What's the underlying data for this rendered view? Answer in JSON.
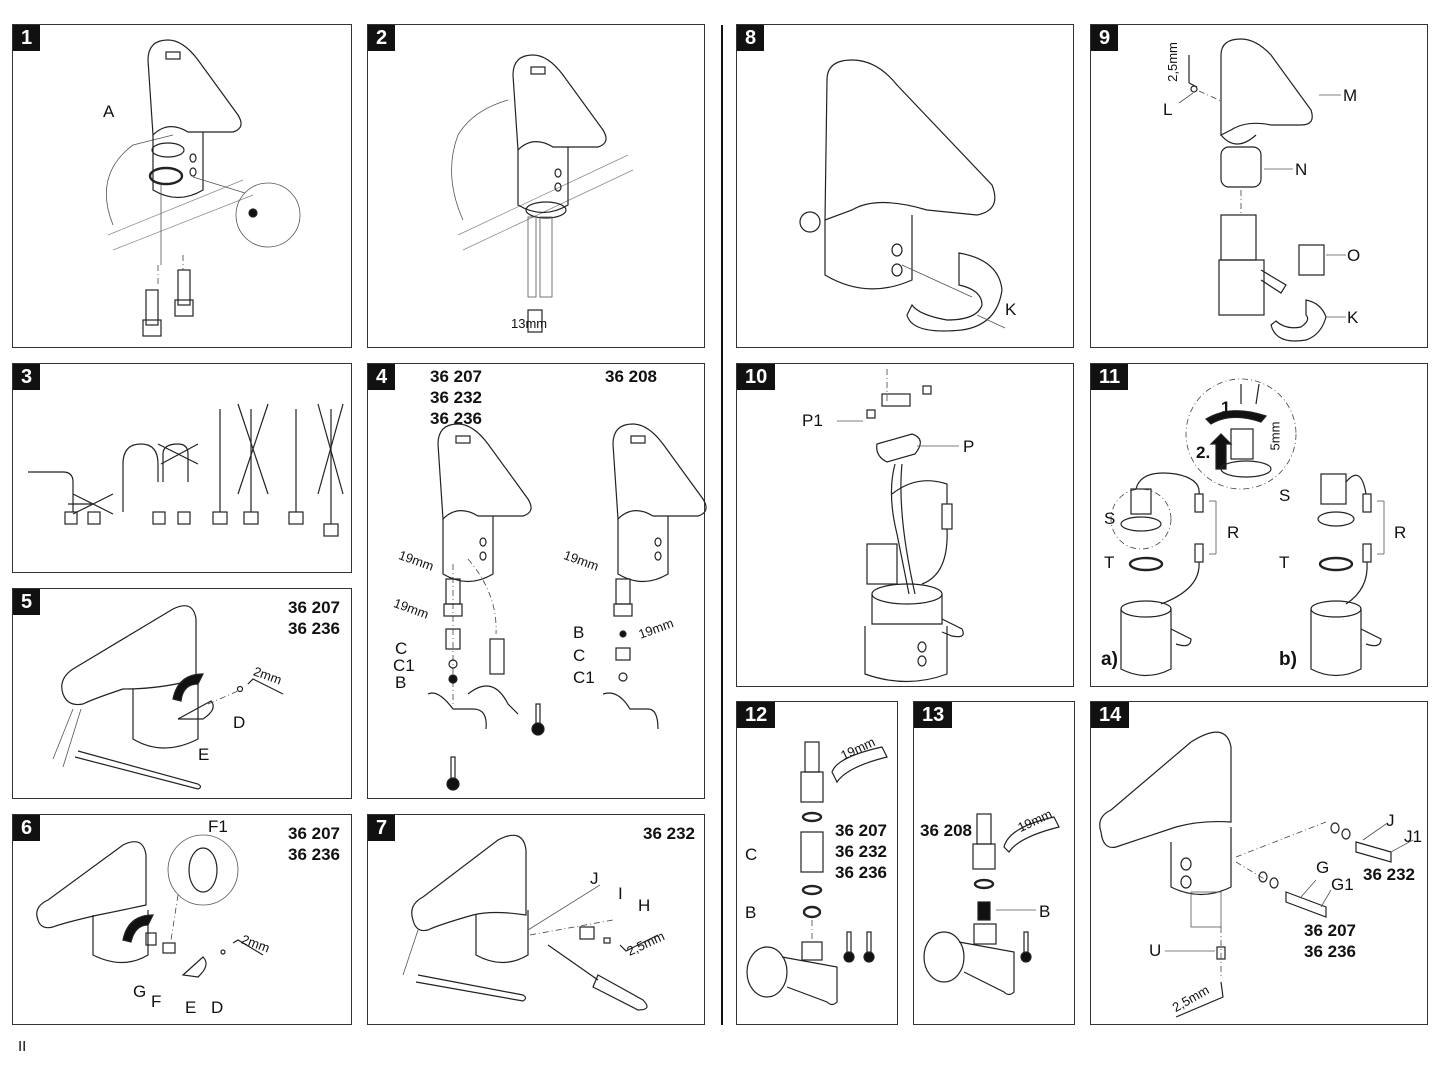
{
  "page": {
    "page_number": "II"
  },
  "panels": [
    {
      "number": "1",
      "labels": [
        "A"
      ]
    },
    {
      "number": "2",
      "labels": [
        "13mm"
      ]
    },
    {
      "number": "3",
      "labels": []
    },
    {
      "number": "4",
      "models_left": [
        "36 207",
        "36 232",
        "36 236"
      ],
      "models_right": [
        "36 208"
      ],
      "labels": [
        "19mm",
        "19mm",
        "C",
        "C1",
        "B",
        "19mm",
        "B",
        "C",
        "C1"
      ]
    },
    {
      "number": "5",
      "models": [
        "36 207",
        "36 236"
      ],
      "labels": [
        "2mm",
        "D",
        "E"
      ]
    },
    {
      "number": "6",
      "models": [
        "36 207",
        "36 236"
      ],
      "labels": [
        "F1",
        "2mm",
        "G",
        "F",
        "E",
        "D"
      ]
    },
    {
      "number": "7",
      "models": [
        "36 232"
      ],
      "labels": [
        "J",
        "I",
        "H",
        "2,5mm"
      ]
    },
    {
      "number": "8",
      "labels": [
        "K"
      ]
    },
    {
      "number": "9",
      "labels": [
        "2,5mm",
        "L",
        "M",
        "N",
        "O",
        "K"
      ]
    },
    {
      "number": "10",
      "labels": [
        "P1",
        "P"
      ]
    },
    {
      "number": "11",
      "labels": [
        "1.",
        "2.",
        "5mm",
        "S",
        "R",
        "T",
        "a)",
        "S",
        "R",
        "T",
        "b)"
      ]
    },
    {
      "number": "12",
      "models": [
        "36 207",
        "36 232",
        "36 236"
      ],
      "labels": [
        "19mm",
        "C",
        "B"
      ]
    },
    {
      "number": "13",
      "models": [
        "36 208"
      ],
      "labels": [
        "19mm",
        "B"
      ]
    },
    {
      "number": "14",
      "labels": [
        "J",
        "J1",
        "G",
        "G1",
        "U",
        "2,5mm"
      ],
      "models_j": [
        "36 232"
      ],
      "models_g": [
        "36 207",
        "36 236"
      ]
    }
  ]
}
